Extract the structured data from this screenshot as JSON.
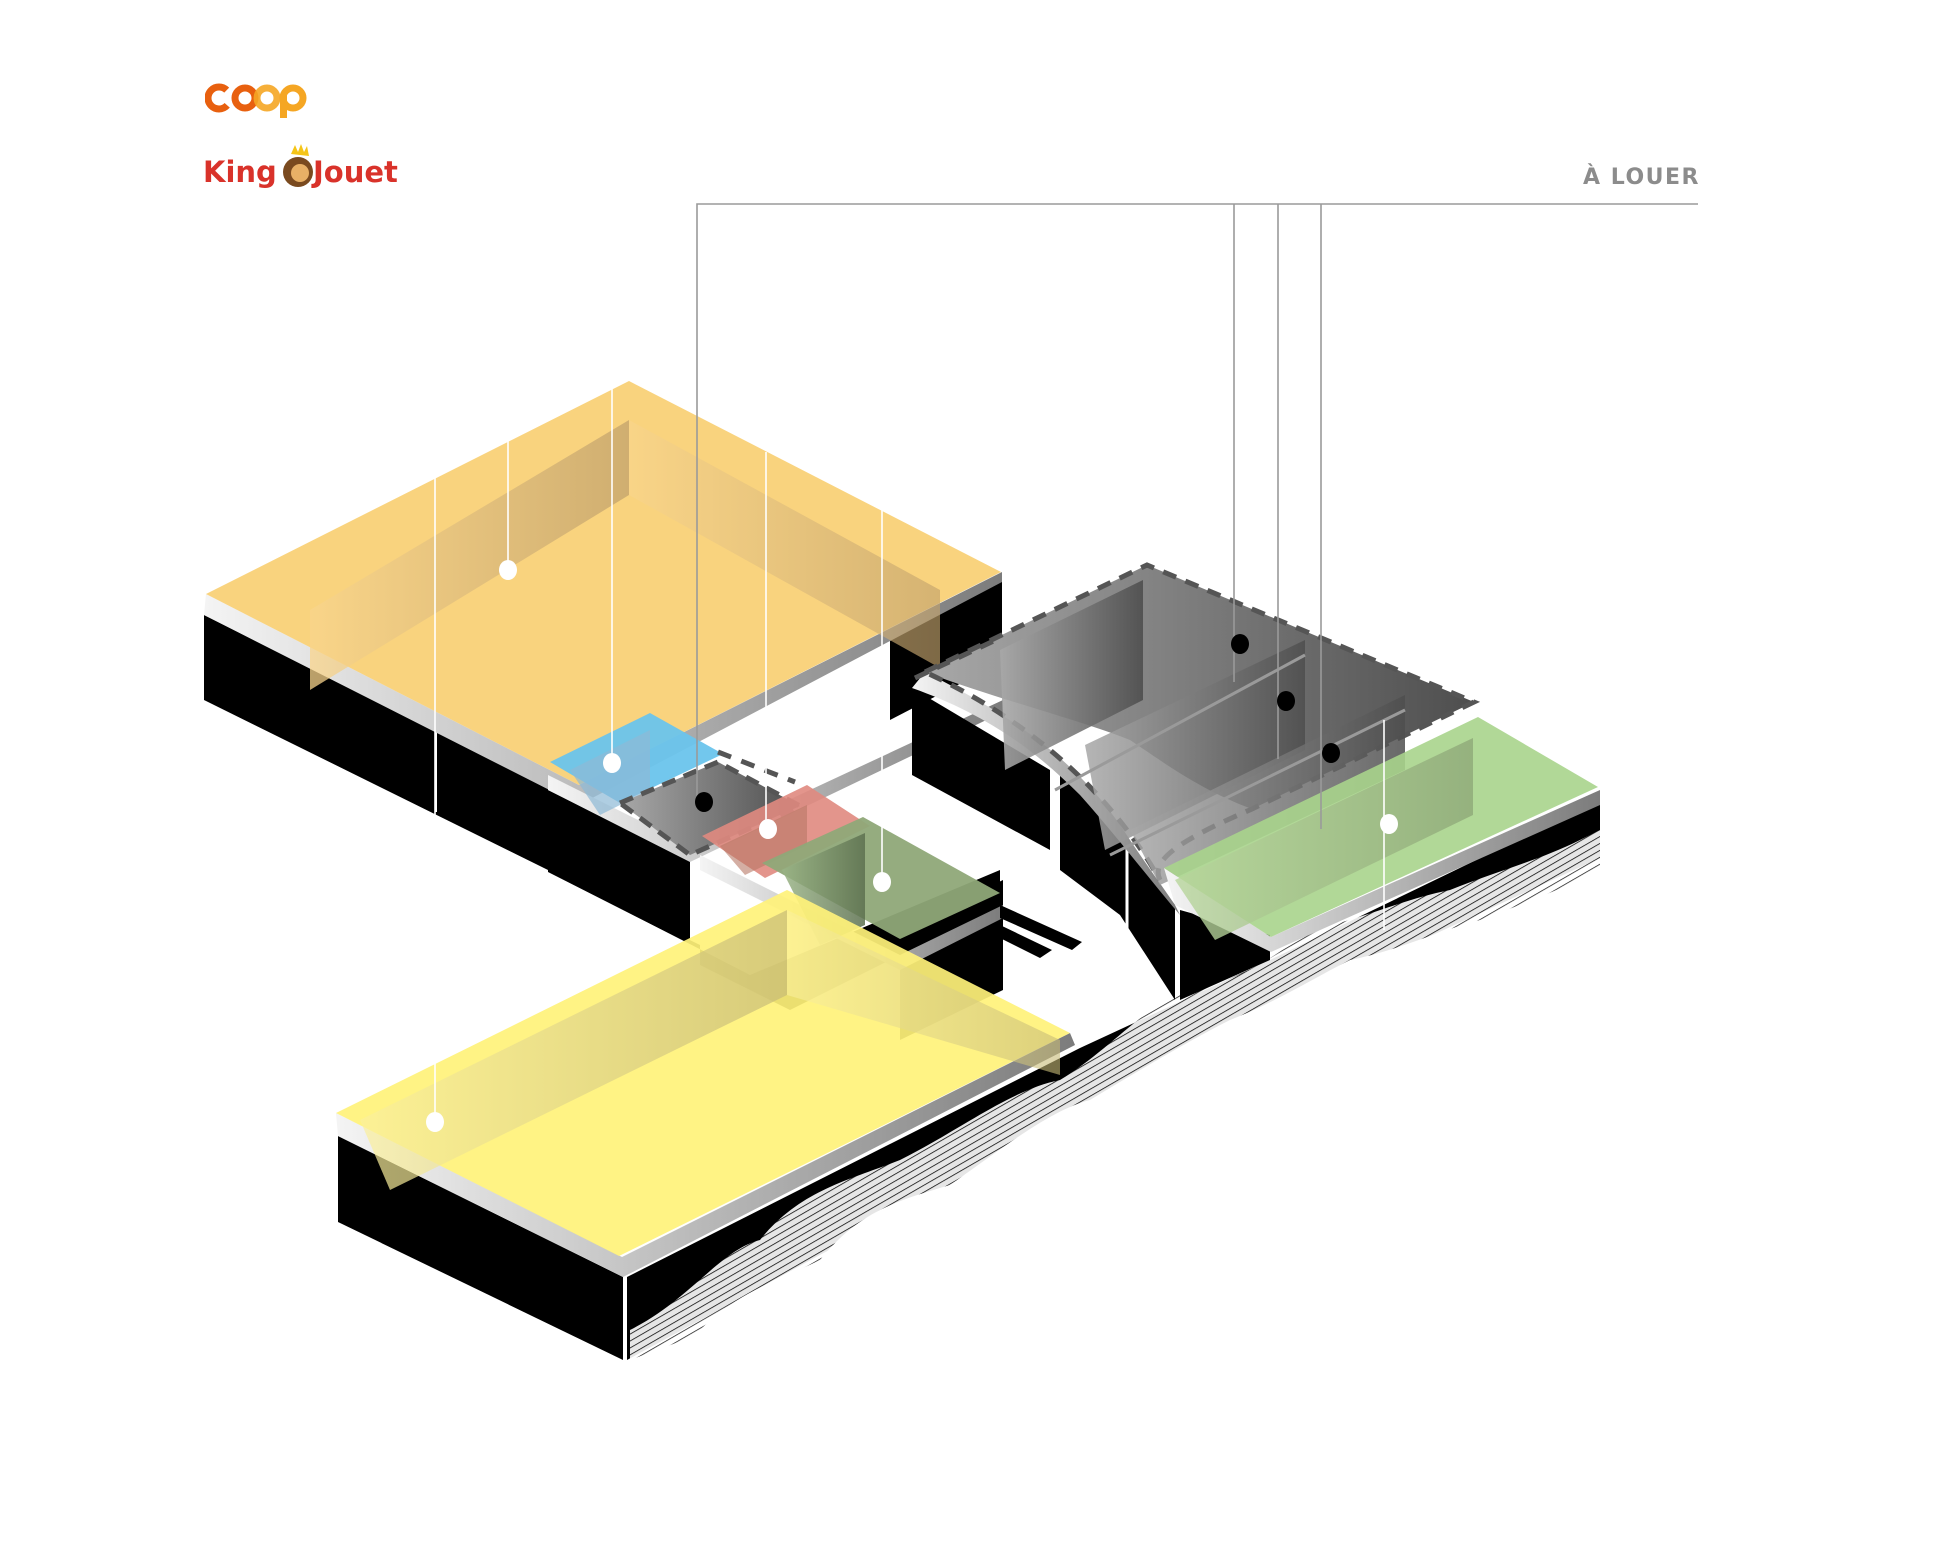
{
  "diagram": {
    "type": "isometric floor plan",
    "legend": {
      "for_rent_label": "À LOUER"
    },
    "tenants": [
      {
        "id": "coop",
        "name": "coop",
        "color_primary": "#e8600f",
        "color_secondary": "#f5a623"
      },
      {
        "id": "king-jouet",
        "name": "King Jouet",
        "text_color": "#d9322a"
      }
    ],
    "units": [
      {
        "id": "unit-orange-large",
        "color": "#f9cf73",
        "status": "leased",
        "marker": "white-dot"
      },
      {
        "id": "unit-blue-small",
        "color": "#6ac4ec",
        "status": "leased",
        "marker": "white-dot"
      },
      {
        "id": "unit-gray-small",
        "color": "#707070",
        "status": "for-rent",
        "marker": "black-dot"
      },
      {
        "id": "unit-red-small",
        "color": "#e08a80",
        "status": "leased",
        "marker": "white-dot"
      },
      {
        "id": "unit-green-mid",
        "color": "#8fa878",
        "status": "leased",
        "marker": "white-dot"
      },
      {
        "id": "unit-yellow-large",
        "color": "#fff27a",
        "status": "leased",
        "marker": "white-dot"
      },
      {
        "id": "unit-gray-1",
        "color": "#7a7a7a",
        "status": "for-rent",
        "marker": "black-dot"
      },
      {
        "id": "unit-gray-2",
        "color": "#7a7a7a",
        "status": "for-rent",
        "marker": "black-dot"
      },
      {
        "id": "unit-gray-3",
        "color": "#7a7a7a",
        "status": "for-rent",
        "marker": "black-dot"
      },
      {
        "id": "unit-green-large",
        "color": "#a9d48c",
        "status": "leased",
        "marker": "white-dot"
      }
    ],
    "colors": {
      "wall": "#000000",
      "leader_gray": "#9a9a9a",
      "dashed_outline": "#555555",
      "label_gray": "#8c8c8c"
    }
  }
}
